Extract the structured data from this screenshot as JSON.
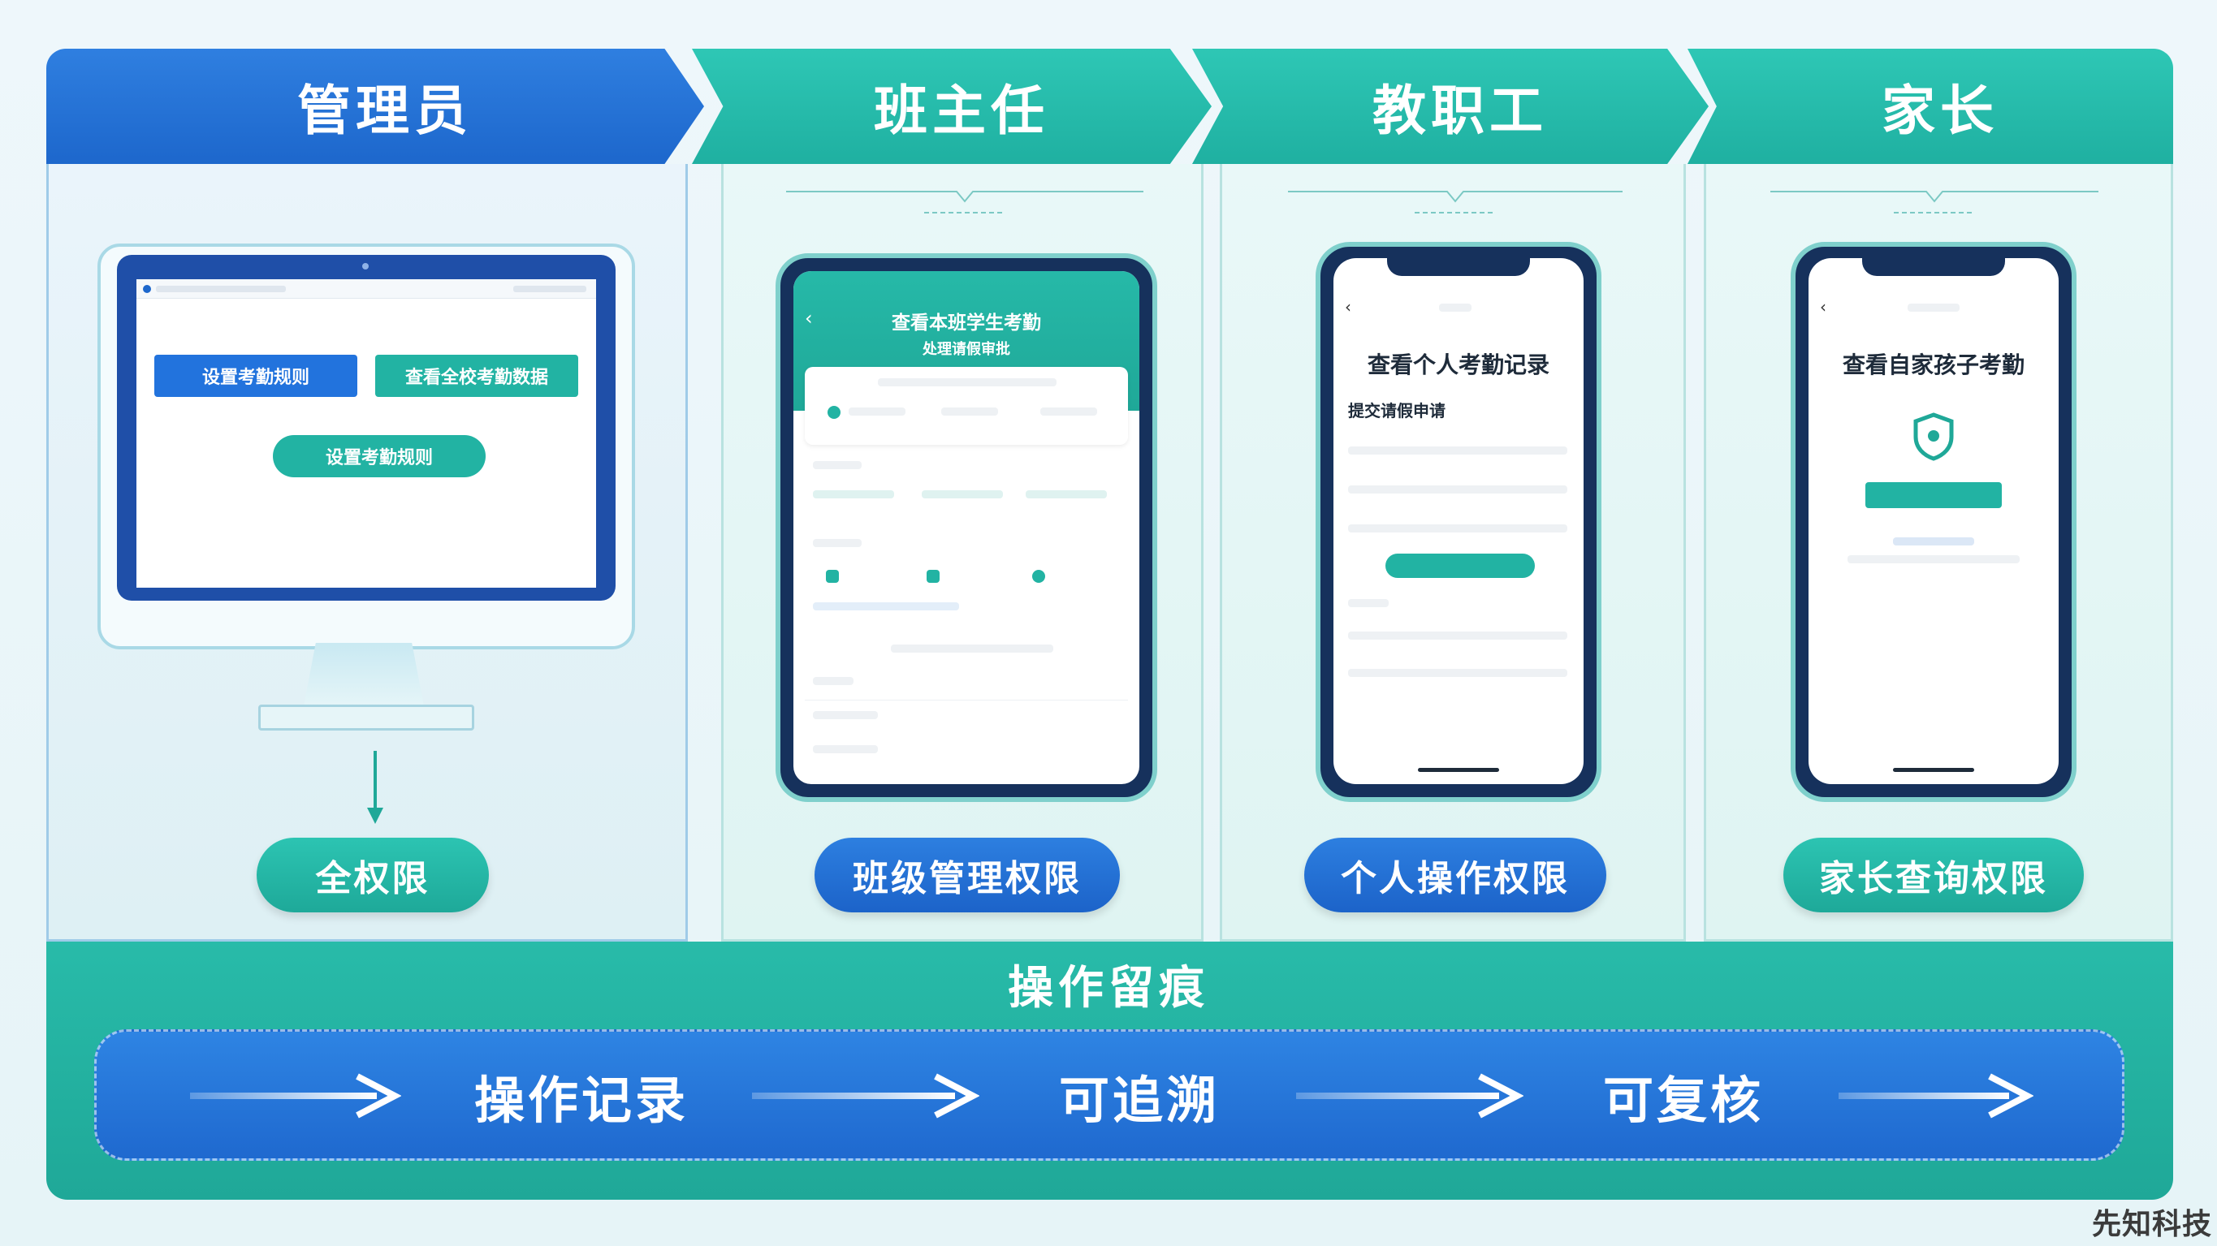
{
  "roles": {
    "admin": "管理员",
    "teacher": "班主任",
    "staff": "教职工",
    "parent": "家长"
  },
  "admin_screen": {
    "btn_rules": "设置考勤规则",
    "btn_school_data": "查看全校考勤数据",
    "btn_rules_2": "设置考勤规则"
  },
  "teacher_screen": {
    "title": "查看本班学生考勤",
    "subtitle": "处理请假审批"
  },
  "staff_screen": {
    "title": "查看个人考勤记录",
    "subtitle": "提交请假申请"
  },
  "parent_screen": {
    "title": "查看自家孩子考勤"
  },
  "permissions": {
    "admin": "全权限",
    "teacher": "班级管理权限",
    "staff": "个人操作权限",
    "parent": "家长查询权限"
  },
  "trace": {
    "title": "操作留痕",
    "steps": [
      "操作记录",
      "可追溯",
      "可复核"
    ]
  },
  "watermark": "先知科技",
  "colors": {
    "blue": "#1d67cc",
    "teal": "#1fb0a1"
  }
}
